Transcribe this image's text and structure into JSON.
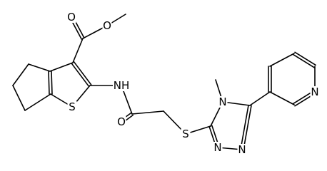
{
  "structure": {
    "bond_color": "#000000",
    "background": "#ffffff",
    "atoms": [
      {
        "id": "a_O1",
        "text": "O"
      },
      {
        "id": "a_O2",
        "text": "O"
      },
      {
        "id": "a_S1",
        "text": "S"
      },
      {
        "id": "a_NH",
        "text": "NH"
      },
      {
        "id": "a_O3",
        "text": "O"
      },
      {
        "id": "a_S2",
        "text": "S"
      },
      {
        "id": "a_N1",
        "text": "N"
      },
      {
        "id": "a_N2",
        "text": "N"
      },
      {
        "id": "a_N3",
        "text": "N"
      },
      {
        "id": "a_N4",
        "text": "N"
      }
    ]
  }
}
